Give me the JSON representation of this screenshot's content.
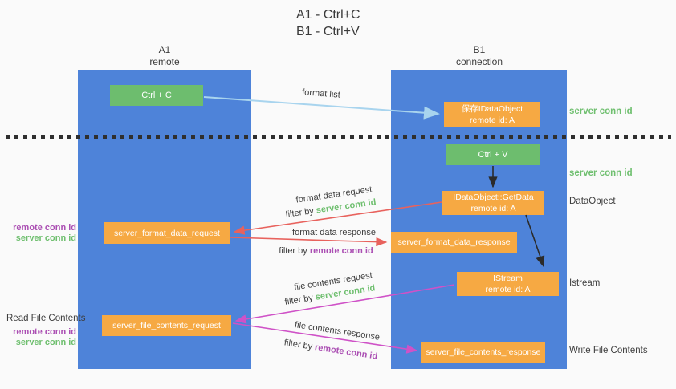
{
  "title": {
    "line1": "A1 - Ctrl+C",
    "line2": "B1 - Ctrl+V"
  },
  "lanes": {
    "a1": {
      "name": "A1",
      "subtitle": "remote"
    },
    "b1": {
      "name": "B1",
      "subtitle": "connection"
    }
  },
  "nodes": {
    "ctrl_c": {
      "label": "Ctrl + C"
    },
    "ctrl_v": {
      "label": "Ctrl + V"
    },
    "save_dataobject": {
      "line1": "保存IDataObject",
      "line2": "remote id: A"
    },
    "getdata": {
      "line1": "IDataObject::GetData",
      "line2": "remote id: A"
    },
    "istream": {
      "line1": "IStream",
      "line2": "remote id: A"
    },
    "server_format_data_request": {
      "label": "server_format_data_request"
    },
    "server_format_data_response": {
      "label": "server_format_data_response"
    },
    "server_file_contents_request": {
      "label": "server_file_contents_request"
    },
    "server_file_contents_response": {
      "label": "server_file_contents_response"
    }
  },
  "arrow_labels": {
    "format_list": "format list",
    "format_data_request": "format data request",
    "format_data_response": "format data response",
    "file_contents_request": "file contents request",
    "file_contents_response": "file contents response",
    "filter_by": "filter by",
    "server_conn_id": "server conn id",
    "remote_conn_id": "remote conn id"
  },
  "side_labels": {
    "right_server_conn_id_top": "server conn id",
    "right_server_conn_id_mid": "server conn id",
    "right_dataobject": "DataObject",
    "right_istream": "Istream",
    "right_write_file_contents": "Write File Contents",
    "left_remote_conn_id_1": "remote conn id",
    "left_server_conn_id_1": "server conn id",
    "left_read_file_contents": "Read File Contents",
    "left_remote_conn_id_2": "remote conn id",
    "left_server_conn_id_2": "server conn id"
  },
  "colors": {
    "background": "#fafafa",
    "lane_blue": "#4e83d9",
    "node_green": "#6dbd6e",
    "node_orange": "#f6a943",
    "green_text": "#6fbf6f",
    "purple_text": "#ab4fb3",
    "red_arrow": "#e8625d",
    "magenta_arrow": "#cf52c7",
    "light_blue_arrow": "#a8d4ee",
    "black_arrow": "#2b2b2b"
  }
}
